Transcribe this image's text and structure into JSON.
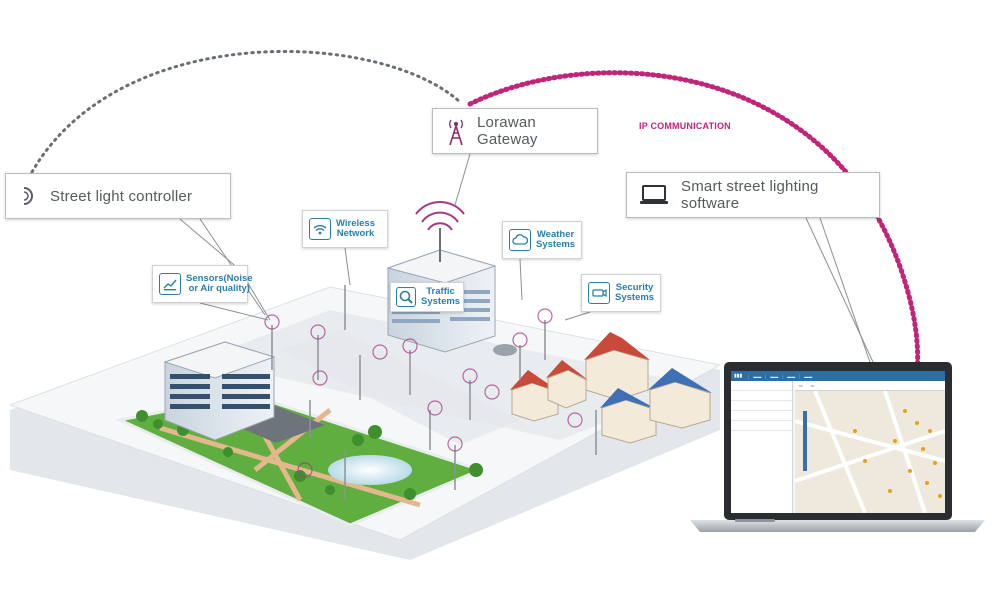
{
  "labels": {
    "street_light_controller": "Street light controller",
    "lorawan_gateway": "Lorawan Gateway",
    "smart_software": "Smart street lighting software",
    "ip_communication": "IP COMMUNICATION",
    "sensors_line1": "Sensors(Noise",
    "sensors_line2": "or Air quality)",
    "wireless_line1": "Wireless",
    "wireless_line2": "Network",
    "traffic_line1": "Traffic",
    "traffic_line2": "Systems",
    "weather_line1": "Weather",
    "weather_line2": "Systems",
    "security_line1": "Security",
    "security_line2": "Systems"
  },
  "colors": {
    "signal_magenta": "#c0257a",
    "signal_dark": "#6a6f75",
    "callout_blue": "#2a7fa8",
    "grass": "#5fae3f",
    "ground": "#eef0f2",
    "road": "#d6dadf",
    "roof_red": "#c74a3a",
    "roof_blue": "#3f6fb5",
    "building_glass": "#9fb4cc",
    "laptop_body": "#2b2d30",
    "laptop_base": "#c9ccd0"
  },
  "icons": {
    "controller": "half-circle-icon",
    "gateway": "antenna-tower-icon",
    "software": "laptop-icon",
    "sensors": "sensor-icon",
    "wireless": "wifi-icon",
    "traffic": "magnifier-icon",
    "weather": "cloud-icon",
    "security": "camera-icon"
  }
}
